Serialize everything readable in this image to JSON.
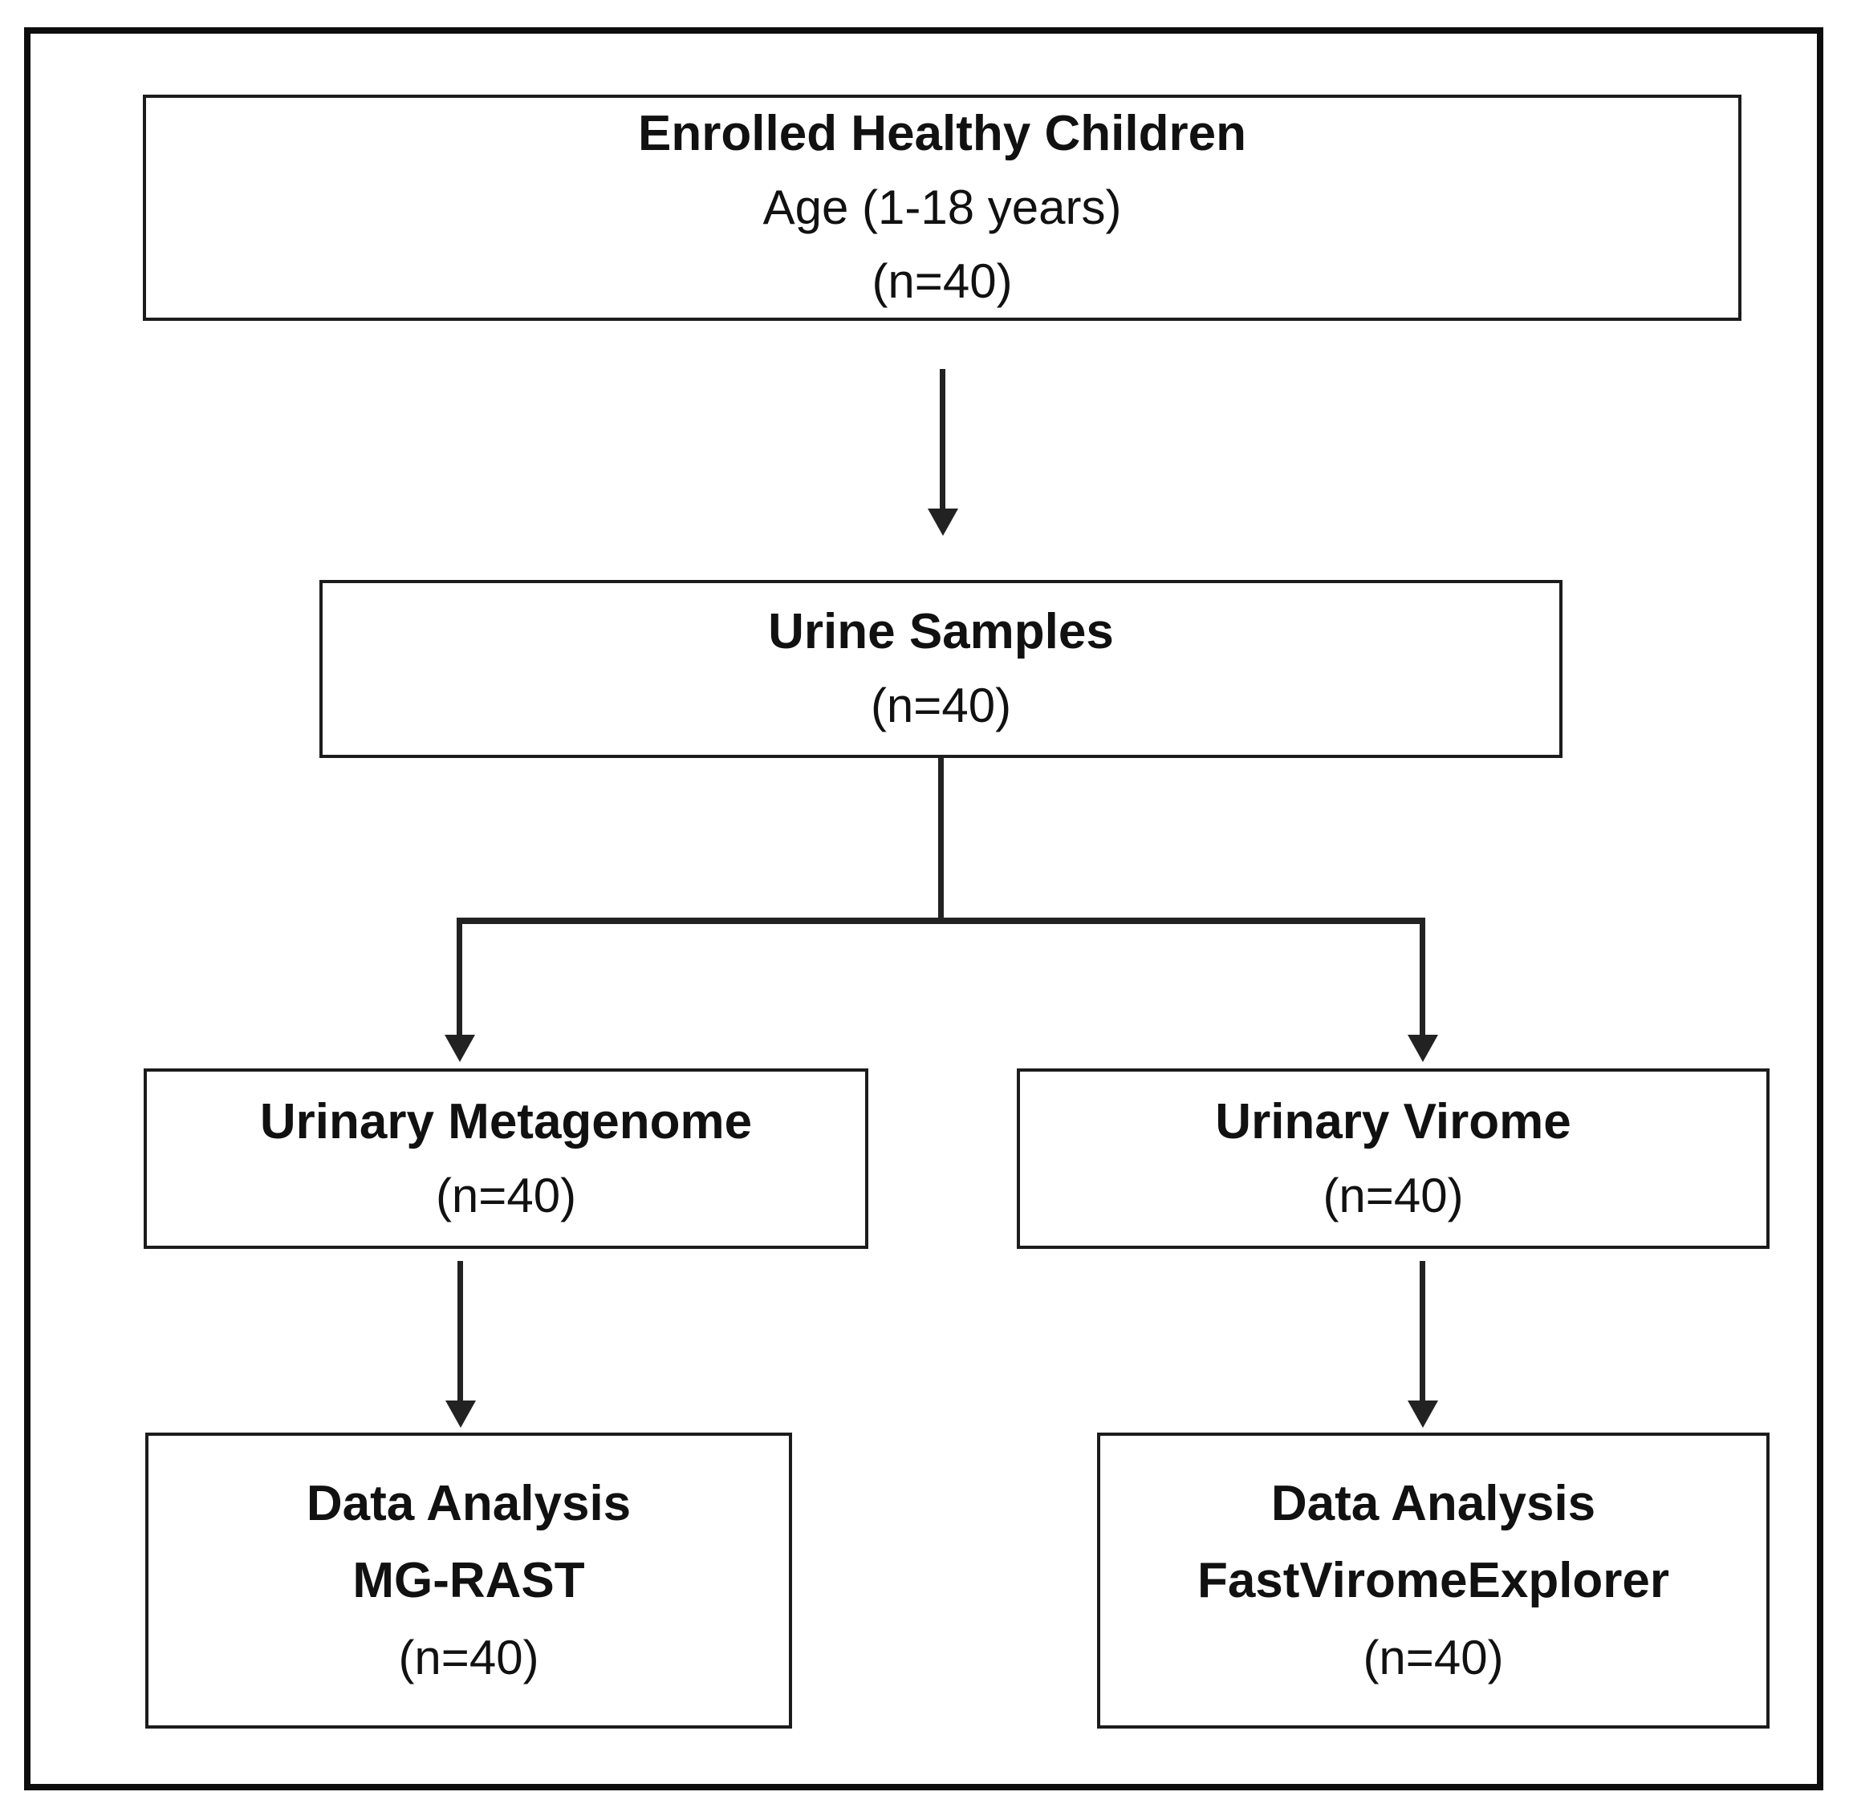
{
  "diagram": {
    "type": "flowchart",
    "colors": {
      "background": "#ffffff",
      "box_border": "#1c1c1c",
      "outer_border": "#0d0d0d",
      "text": "#111111",
      "arrow": "#222222"
    },
    "nodes": {
      "enrolled": {
        "title": "Enrolled Healthy Children",
        "subtitle": "Age (1-18 years)",
        "count": "(n=40)"
      },
      "urine": {
        "title": "Urine Samples",
        "count": "(n=40)"
      },
      "metagenome": {
        "title": "Urinary Metagenome",
        "count": "(n=40)"
      },
      "virome": {
        "title": "Urinary Virome",
        "count": "(n=40)"
      },
      "analysis_metagenome": {
        "title": "Data Analysis",
        "subtitle": "MG-RAST",
        "count": "(n=40)"
      },
      "analysis_virome": {
        "title": "Data Analysis",
        "subtitle": "FastViromeExplorer",
        "count": "(n=40)"
      }
    },
    "edges": [
      {
        "from": "enrolled",
        "to": "urine"
      },
      {
        "from": "urine",
        "to": "metagenome"
      },
      {
        "from": "urine",
        "to": "virome"
      },
      {
        "from": "metagenome",
        "to": "analysis_metagenome"
      },
      {
        "from": "virome",
        "to": "analysis_virome"
      }
    ]
  }
}
